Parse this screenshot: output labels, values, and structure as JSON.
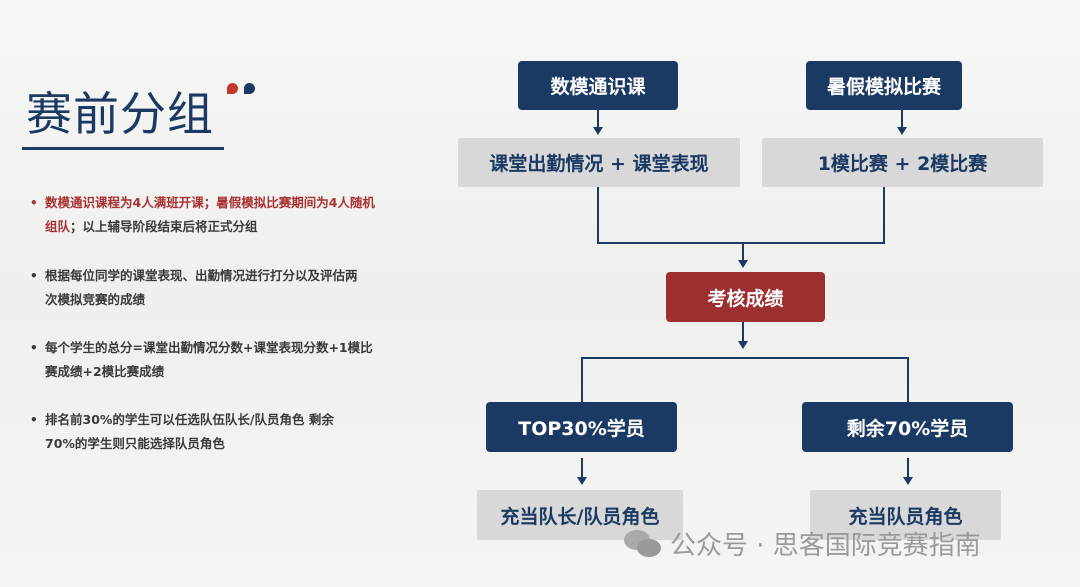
{
  "title": "赛前分组",
  "bullets": [
    {
      "red": "数模通识课程为4人满班开课；暑假模拟比赛期间为4人随机组队",
      "rest": "；以上辅导阶段结束后将正式分组"
    },
    {
      "text": "根据每位同学的课堂表现、出勤情况进行打分以及评估两次模拟竞赛的成绩"
    },
    {
      "text": "每个学生的总分=课堂出勤情况分数+课堂表现分数+1模比赛成绩+2模比赛成绩"
    },
    {
      "text": "排名前30%的学生可以任选队伍队长/队员角色 剩余70%的学生则只能选择队员角色"
    }
  ],
  "bullet_mark": "•",
  "flow": {
    "top_left": "数模通识课",
    "top_right": "暑假模拟比赛",
    "mid_left": "课堂出勤情况 + 课堂表现",
    "mid_right": "1模比赛 + 2模比赛",
    "center": "考核成绩",
    "bottom_left": "TOP30%学员",
    "bottom_right": "剩余70%学员",
    "result_left": "充当队长/队员角色",
    "result_right": "充当队员角色"
  },
  "watermark": "公众号 · 思客国际竞赛指南",
  "colors": {
    "navy": "#1b3a63",
    "red": "#9c2f2f",
    "grey": "#d8d8d8"
  }
}
